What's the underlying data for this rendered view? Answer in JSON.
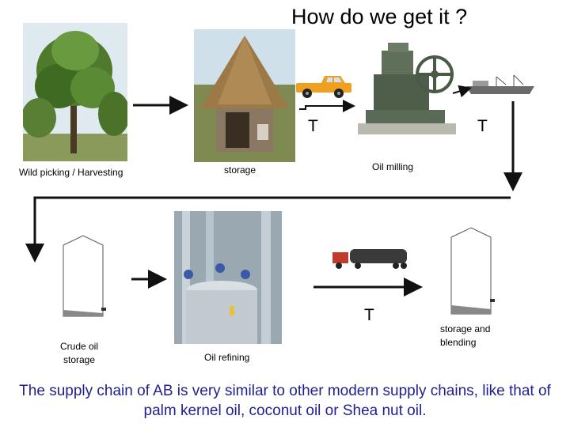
{
  "title": "How do we get it ?",
  "captions": {
    "harvesting": "Wild picking / Harvesting",
    "storage": "storage",
    "oil_milling": "Oil milling",
    "crude_oil_storage": "Crude oil storage",
    "oil_refining": "Oil refining",
    "storage_blending": "storage and blending"
  },
  "transport_marks": [
    "T",
    "T",
    "T"
  ],
  "footer": "The supply chain of AB is very similar to other modern supply chains, like that of palm kernel oil, coconut oil or Shea nut oil.",
  "colors": {
    "title": "#000000",
    "footer": "#1f1f8f",
    "arrow": "#111111",
    "truck": "#f0a020"
  }
}
